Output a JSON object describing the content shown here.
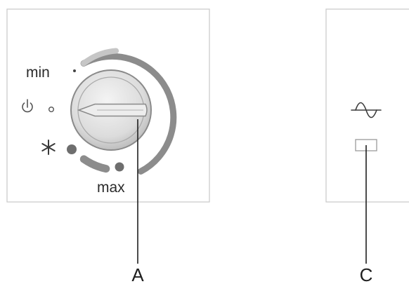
{
  "left_panel": {
    "label_min": "min",
    "label_max": "max",
    "standby_icon": "power-icon",
    "frost_icon": "snowflake-asterisk-icon",
    "knob_icon": "rotary-thermostat-knob-icon"
  },
  "right_panel": {
    "ac_icon": "sine-wave-ac-icon",
    "indicator": "indicator-lamp"
  },
  "callouts": {
    "a": "A",
    "c": "C"
  },
  "colors": {
    "panel_border": "#c8c8c8",
    "arc_dark": "#8c8c8c",
    "arc_light": "#c6c6c6",
    "text": "#2b2b2b"
  }
}
